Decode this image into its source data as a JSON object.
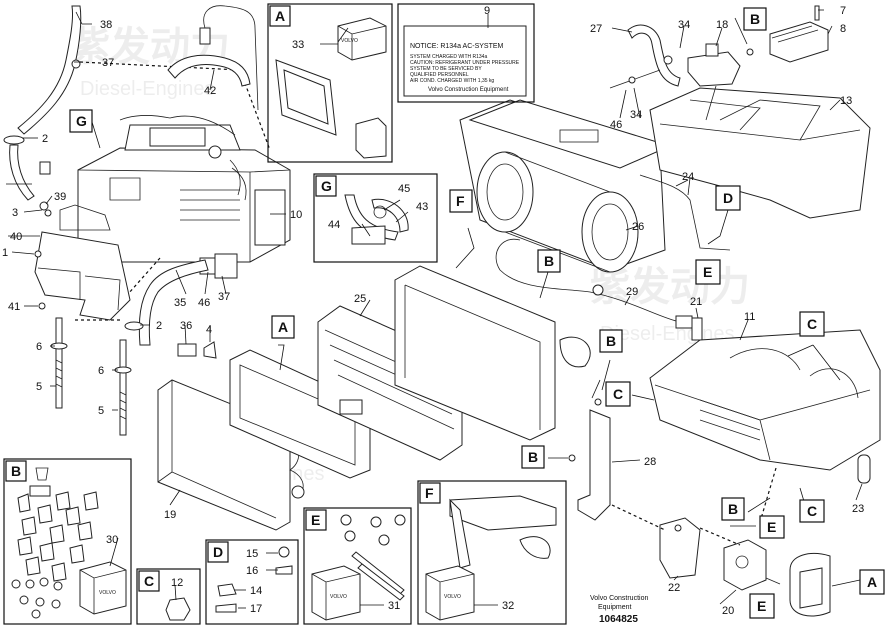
{
  "callouts": {
    "n2a": "2",
    "n2b": "2",
    "n3": "3",
    "n4": "4",
    "n5a": "5",
    "n5b": "5",
    "n6a": "6",
    "n6b": "6",
    "n7": "7",
    "n8": "8",
    "n9": "9",
    "n10": "10",
    "n11": "11",
    "n12": "12",
    "n13": "13",
    "n14": "14",
    "n15": "15",
    "n16": "16",
    "n17": "17",
    "n18": "18",
    "n19": "19",
    "n20": "20",
    "n21": "21",
    "n22": "22",
    "n23": "23",
    "n24": "24",
    "n25": "25",
    "n26": "26",
    "n27": "27",
    "n28": "28",
    "n29": "29",
    "n30": "30",
    "n31": "31",
    "n32": "32",
    "n33": "33",
    "n34a": "34",
    "n34b": "34",
    "n35": "35",
    "n36": "36",
    "n37a": "37",
    "n37b": "37",
    "n38": "38",
    "n39": "39",
    "n40": "40",
    "n41": "41",
    "n42": "42",
    "n43": "43",
    "n44": "44",
    "n45": "45",
    "n46a": "46",
    "n46b": "46",
    "n1": "1"
  },
  "detail_labels": {
    "a_box": "A",
    "b_box": "B",
    "c_box": "C",
    "d_box": "D",
    "e_box": "E",
    "f_box": "F",
    "g_box": "G",
    "g_main": "G",
    "f_main": "F",
    "d_main": "D",
    "e_main": "E",
    "a_main": "A",
    "b_main1": "B",
    "b_main2": "B",
    "b_main3": "B",
    "b_main4": "B",
    "b_top": "B",
    "c_main1": "C",
    "c_main2": "C",
    "c_main3": "C",
    "e_main2": "E",
    "e_main3": "E",
    "a_main2": "A"
  },
  "box_brand": "VOLVO",
  "notice": {
    "title": "NOTICE: R134a AC-SYSTEM",
    "lines": [
      "SYSTEM CHARGED WITH R134a",
      "CAUTION: REFRIGERANT UNDER PRESSURE",
      "SYSTEM TO BE SERVICED BY",
      "QUALIFIED PERSONNEL",
      "AIR COND. CHARGED WITH 1,35 kg"
    ],
    "brand": "Volvo Construction Equipment"
  },
  "footer": {
    "line1": "Volvo Construction",
    "line2": "Equipment",
    "doc_number": "1064825"
  },
  "watermark": {
    "text": "紫发动力",
    "subtext": "Diesel-Engines"
  },
  "colors": {
    "line": "#222222",
    "watermark": "#1d4fa0"
  }
}
